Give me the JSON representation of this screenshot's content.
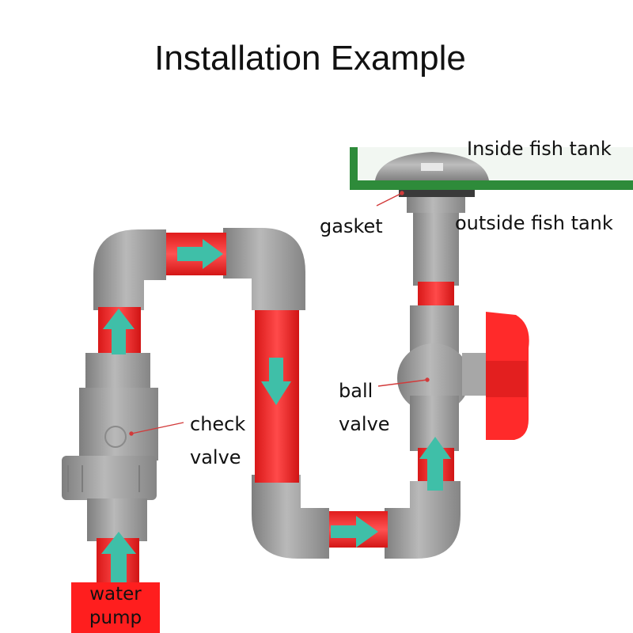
{
  "title": "Installation Example",
  "labels": {
    "inside_tank": "Inside fish tank",
    "outside_tank": "outside fish tank",
    "gasket": "gasket",
    "ball_valve_line1": "ball",
    "ball_valve_line2": "valve",
    "check_valve_line1": "check",
    "check_valve_line2": "valve",
    "pump_line1": "water",
    "pump_line2": "pump"
  },
  "colors": {
    "pipe_gray": "#9d9d9d",
    "pipe_red": "#ff2a2a",
    "arrow_teal": "#3fbfa8",
    "tank_green": "#2e8b3a",
    "pump_red": "#ff1e1e",
    "handle_red": "#ff2a2a"
  }
}
